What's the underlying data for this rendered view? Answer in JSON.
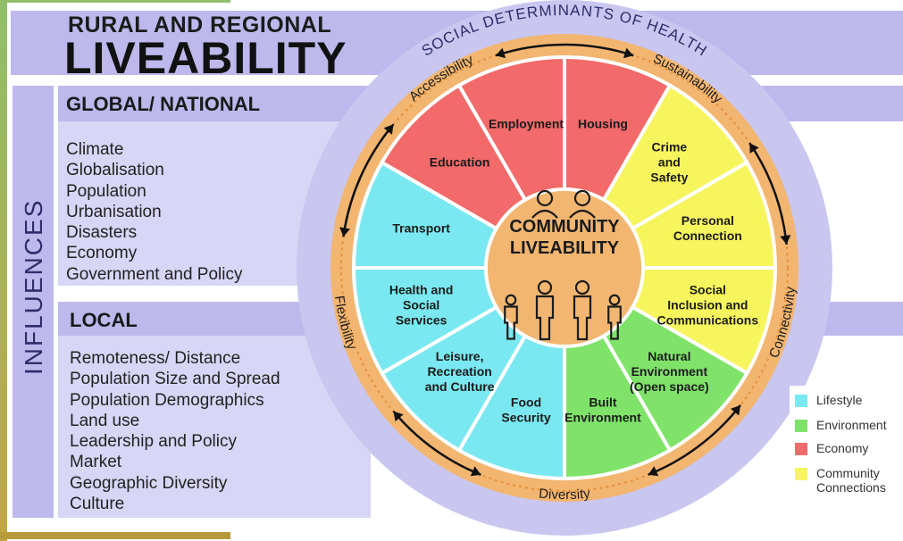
{
  "title": {
    "line1": "RURAL AND REGIONAL",
    "line2": "LIVEABILITY"
  },
  "influences_label": "INFLUENCES",
  "global": {
    "heading": "GLOBAL/ NATIONAL",
    "items": [
      "Climate",
      "Globalisation",
      "Population",
      "Urbanisation",
      "Disasters",
      "Economy",
      "Government and Policy"
    ]
  },
  "local": {
    "heading": "LOCAL",
    "items": [
      "Remoteness/ Distance",
      "Population Size and Spread",
      "Population Demographics",
      "Land use",
      "Leadership and Policy",
      "Market",
      "Geographic Diversity",
      "Culture"
    ]
  },
  "wheel": {
    "outer_label": "SOCIAL DETERMINANTS OF HEALTH",
    "ring_labels": [
      "Accessibility",
      "Sustainability",
      "Connectivity",
      "Diversity",
      "Flexibility"
    ],
    "center": {
      "line1": "COMMUNITY",
      "line2": "LIVEABILITY"
    },
    "segments": [
      {
        "lines": [
          "Housing"
        ],
        "category": "economy"
      },
      {
        "lines": [
          "Crime",
          "and",
          "Safety"
        ],
        "category": "community"
      },
      {
        "lines": [
          "Personal",
          "Connection"
        ],
        "category": "community"
      },
      {
        "lines": [
          "Social",
          "Inclusion and",
          "Communications"
        ],
        "category": "community"
      },
      {
        "lines": [
          "Natural",
          "Environment",
          "(Open space)"
        ],
        "category": "environment"
      },
      {
        "lines": [
          "Built",
          "Environment"
        ],
        "category": "environment"
      },
      {
        "lines": [
          "Food",
          "Security"
        ],
        "category": "lifestyle"
      },
      {
        "lines": [
          "Leisure,",
          "Recreation",
          "and Culture"
        ],
        "category": "lifestyle"
      },
      {
        "lines": [
          "Health and",
          "Social",
          "Services"
        ],
        "category": "lifestyle"
      },
      {
        "lines": [
          "Transport"
        ],
        "category": "lifestyle"
      },
      {
        "lines": [
          "Education"
        ],
        "category": "economy"
      },
      {
        "lines": [
          "Employment"
        ],
        "category": "economy"
      }
    ]
  },
  "legend": [
    {
      "key": "lifestyle",
      "label": "Lifestyle",
      "color": "#7ae8f0"
    },
    {
      "key": "environment",
      "label": "Environment",
      "color": "#7fe36a"
    },
    {
      "key": "economy",
      "label": "Economy",
      "color": "#f26a6a"
    },
    {
      "key": "community",
      "label": "Community Connections",
      "color": "#f7f55e"
    }
  ],
  "colors": {
    "band": "#bdb9ec",
    "ring": "#f2b671",
    "outer": "#c9c6f0",
    "text_dark": "#1b1b1b"
  }
}
